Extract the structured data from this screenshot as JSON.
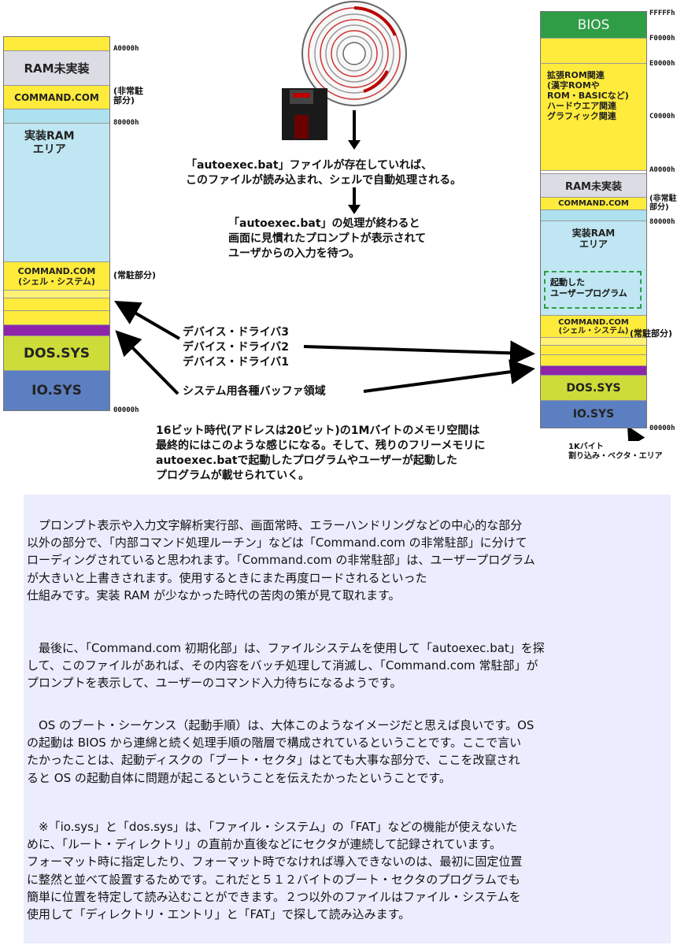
{
  "left_map": {
    "ram_unimplemented": "RAM未実装",
    "command_transient": "COMMAND.COM",
    "transient_note": "(非常駐\n部分)",
    "installed_ram": "実装RAM\nエリア",
    "command_resident": "COMMAND.COM\n(シェル・システム)",
    "resident_note": "(常駐部分)",
    "dos_sys": "DOS.SYS",
    "io_sys": "IO.SYS",
    "addr_a0000": "A0000h",
    "addr_80000": "80000h",
    "addr_00000": "00000h"
  },
  "middle": {
    "text1": "「autoexec.bat」ファイルが存在していれば、\nこのファイルが読み込まれ、シェルで自動処理される。",
    "text2": "「autoexec.bat」の処理が終わると\n画面に見慣れたプロンプトが表示されて\nユーザからの入力を待つ。",
    "drivers": "デバイス・ドライバ3\nデバイス・ドライバ2\nデバイス・ドライバ1",
    "buffers": "システム用各種バッファ領域",
    "summary": "16ビット時代(アドレスは20ビット)の1Mバイトのメモリ空間は\n最終的にはこのような感じになる。そして、残りのフリーメモリに\nautoexec.batで起動したプログラムやユーザーが起動した\nプログラムが載せられていく。"
  },
  "right_map": {
    "bios": "BIOS",
    "ext_rom": "拡張ROM関連\n(漢字ROMや\nROM・BASICなど)\nハードウエア関連\nグラフィック関連",
    "ram_unimplemented": "RAM未実装",
    "command_transient": "COMMAND.COM",
    "transient_note": "(非常駐\n部分)",
    "installed_ram": "実装RAM\nエリア",
    "user_program": "起動した\nユーザープログラム",
    "command_resident": "COMMAND.COM\n(シェル・システム)",
    "resident_note": "(常駐部分)",
    "dos_sys": "DOS.SYS",
    "io_sys": "IO.SYS",
    "vector_note": "1Kバイト\n割り込み・ベクタ・エリア",
    "addr_fffff": "FFFFFh",
    "addr_f0000": "F0000h",
    "addr_e0000": "E0000h",
    "addr_c0000": "C0000h",
    "addr_a0000": "A0000h",
    "addr_80000": "80000h",
    "addr_00000": "00000h"
  },
  "paragraphs": [
    [
      "　プロンプト表示や入力文字解析実行部、画面常時、エラーハンドリングなどの中心的な部分",
      "以外の部分で、「内部コマンド処理ルーチン」などは「Command.com の非常駐部」に分けて",
      "ローディングされていると思われます。「Command.com の非常駐部」は、ユーザープログラム",
      "が大きいと上書きされます。使用するときにまた再度ロードされるといった",
      "仕組みです。実装 RAM が少なかった時代の苦肉の策が見て取れます。"
    ],
    [
      "　最後に、「Command.com 初期化部」は、ファイルシステムを使用して「autoexec.bat」を探",
      "して、このファイルがあれば、その内容をバッチ処理して消滅し、「Command.com 常駐部」が",
      "プロンプトを表示して、ユーザーのコマンド入力待ちになるようです。"
    ],
    [
      "　OS のブート・シーケンス（起動手順）は、大体このようなイメージだと思えば良いです。OS",
      "の起動は BIOS から連綿と続く処理手順の階層で構成されているということです。ここで言い",
      "たかったことは、起動ディスクの「ブート・セクタ」はとても大事な部分で、ここを改竄され",
      "ると OS の起動自体に問題が起こるということを伝えたかったということです。"
    ],
    [
      "　※「io.sys」と「dos.sys」は、「ファイル・システム」の「FAT」などの機能が使えないた",
      "めに、「ルート・ディレクトリ」の直前か直後などにセクタが連続して記録されています。",
      "フォーマット時に指定したり、フォーマット時でなければ導入できないのは、最初に固定位置",
      "に整然と並べて設置するためです。これだと５１２バイトのブート・セクタのプログラムでも",
      "簡単に位置を特定して読み込むことができます。２つ以外のファイルはファイル・システムを",
      "使用して「ディレクトリ・エントリ」と「FAT」で探して読み込みます。"
    ]
  ]
}
